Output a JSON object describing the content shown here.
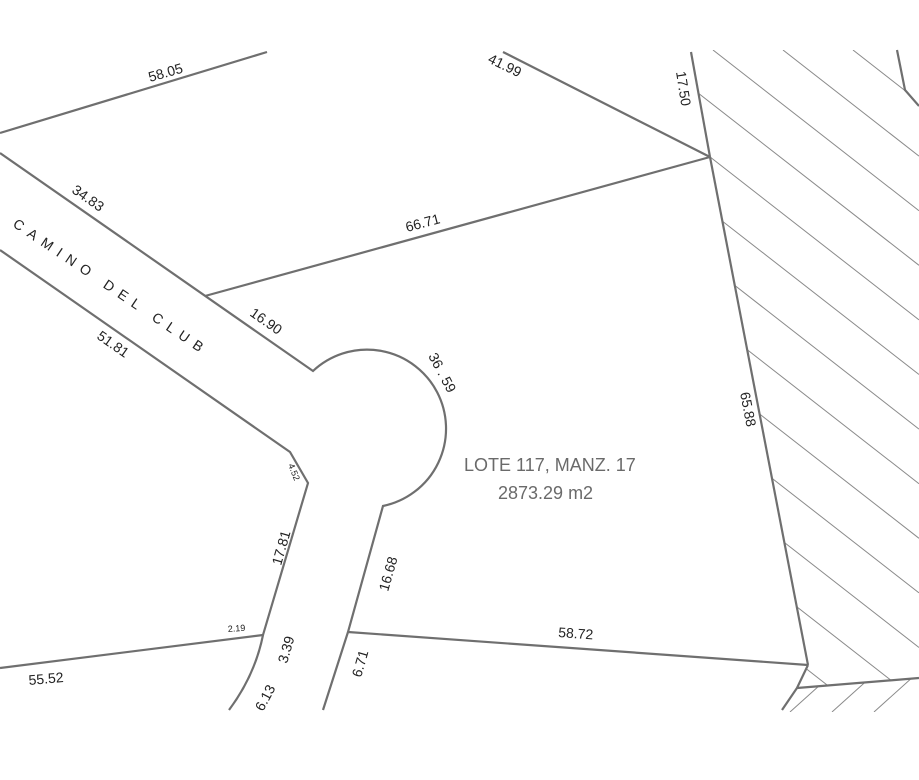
{
  "lot": {
    "title": "LOTE 117, MANZ. 17",
    "area": "2873.29 m2"
  },
  "street": "CAMINO DEL CLUB",
  "dimensions": {
    "north_left": "58.05",
    "north_mid": "41.99",
    "north_right": "17.50",
    "lot_north": "66.71",
    "lot_east": "65.88",
    "lot_south": "58.72",
    "road_top_a": "34.83",
    "road_top_b": "16.90",
    "road_bottom": "51.81",
    "cul_de_sac_arc": "36 . 59",
    "chamfer": "4.52",
    "road_left": "17.81",
    "road_right": "16.68",
    "small_left": "2.19",
    "south_left": "55.52",
    "seg_339": "3.39",
    "seg_613": "6.13",
    "seg_671": "6.71"
  },
  "colors": {
    "boundary": "#6f6f6f",
    "hatch": "#8a8a8a",
    "lot_label": "#6a6a6a"
  }
}
